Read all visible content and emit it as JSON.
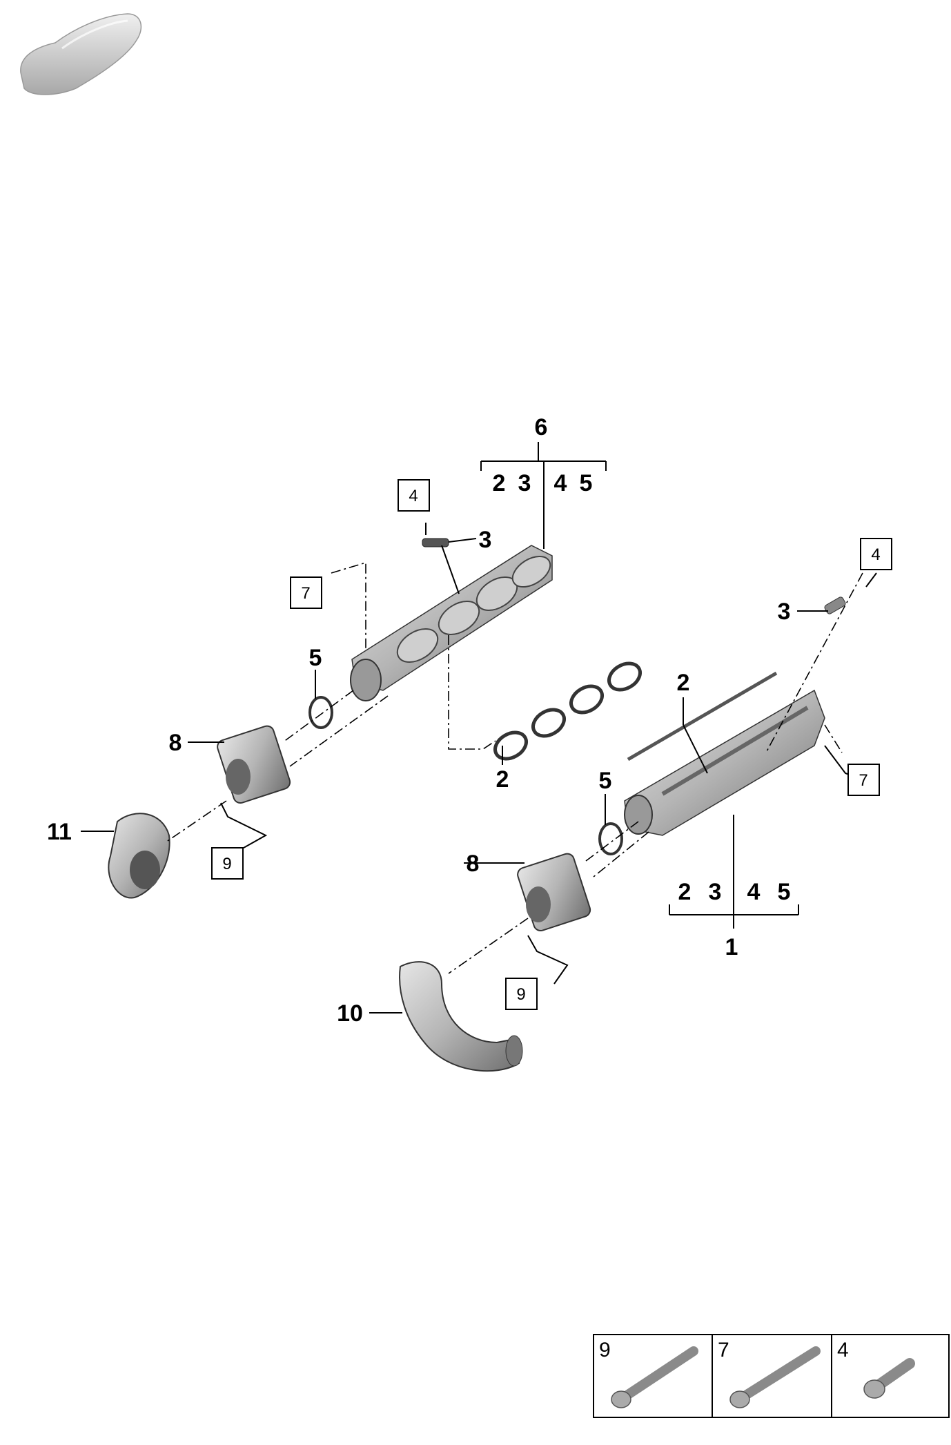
{
  "callouts": {
    "c6": "6",
    "c6_sub": [
      "2",
      "3",
      "4",
      "5"
    ],
    "c3_left": "3",
    "c5_left": "5",
    "c8_left": "8",
    "c11": "11",
    "c2_left": "2",
    "c2_right": "2",
    "c3_right": "3",
    "c5_right": "5",
    "c8_right": "8",
    "c10": "10",
    "c1": "1",
    "c1_sub": [
      "2",
      "3",
      "4",
      "5"
    ]
  },
  "boxed": {
    "b4_left": "4",
    "b7_left": "7",
    "b9_left": "9",
    "b4_right": "4",
    "b7_right": "7",
    "b9_right": "9"
  },
  "legend": [
    {
      "number": "9",
      "icon": "long-bolt-icon"
    },
    {
      "number": "7",
      "icon": "long-bolt-icon"
    },
    {
      "number": "4",
      "icon": "short-bolt-icon"
    }
  ],
  "icons": {
    "vehicle": "car-silhouette-icon"
  },
  "colors": {
    "part_fill": "#b8b8b8",
    "part_dark": "#7a7a7a",
    "part_light": "#e2e2e2",
    "line": "#000000"
  }
}
